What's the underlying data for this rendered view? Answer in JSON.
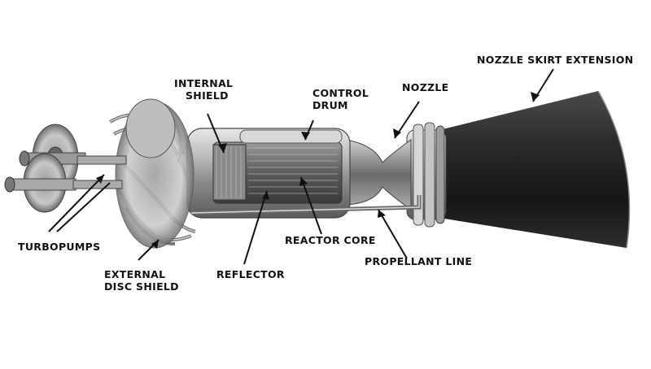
{
  "labels": {
    "internal_shield": [
      "INTERNAL",
      "SHIELD"
    ],
    "control_drum": [
      "CONTROL",
      "DRUM"
    ],
    "nozzle": "NOZZLE",
    "nozzle_skirt_extension": "NOZZLE SKIRT EXTENSION",
    "turbopumps": "TURBOPUMPS",
    "external_disc_shield": [
      "EXTERNAL",
      "DISC SHIELD"
    ],
    "reflector": "REFLECTOR",
    "reactor_core": "REACTOR CORE",
    "propellant_line": "PROPELLANT LINE"
  }
}
